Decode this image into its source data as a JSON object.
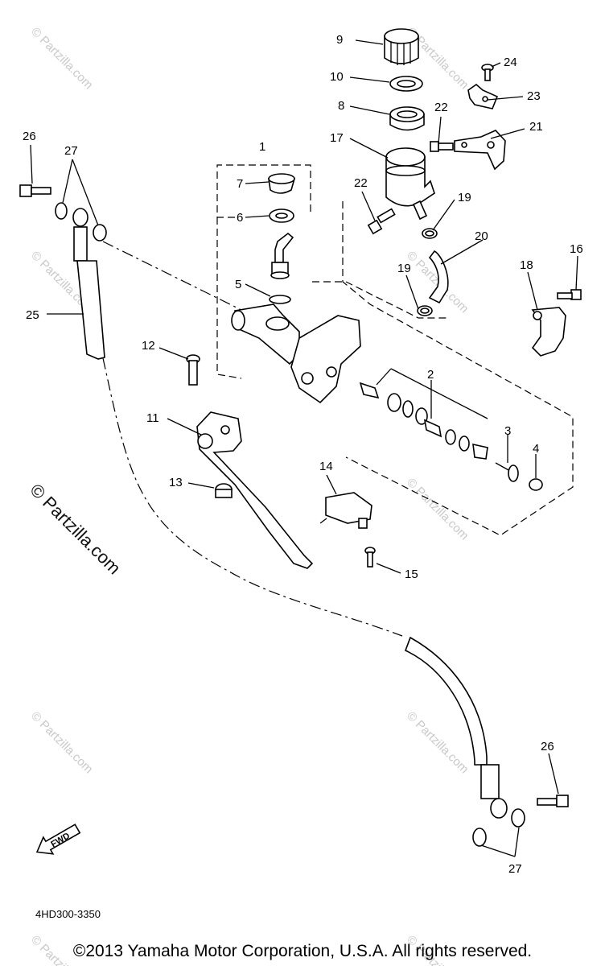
{
  "diagram": {
    "callouts": [
      "1",
      "2",
      "3",
      "4",
      "5",
      "6",
      "7",
      "8",
      "9",
      "10",
      "11",
      "12",
      "13",
      "14",
      "15",
      "16",
      "17",
      "18",
      "19",
      "19",
      "20",
      "21",
      "22",
      "22",
      "23",
      "24",
      "25",
      "26",
      "26",
      "27",
      "27"
    ],
    "fwd_label": "FWD",
    "diagram_code": "4HD300-3350",
    "watermark_text": "© Partzilla.com",
    "watermark_main": "© Partzilla.com",
    "copyright": "©2013 Yamaha Motor Corporation, U.S.A. All rights reserved."
  }
}
